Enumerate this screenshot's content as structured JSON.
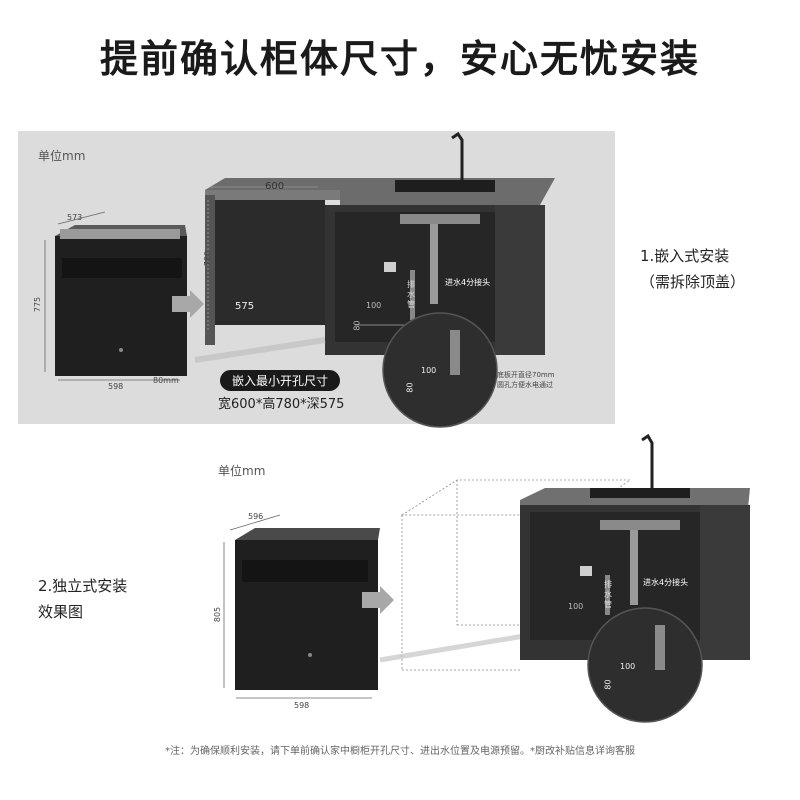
{
  "title": "提前确认柜体尺寸，安心无忧安装",
  "panel1": {
    "unit": "单位mm",
    "dims": {
      "width_top": "573",
      "height_side": "775",
      "bottom_width": "598",
      "gap": "80mm",
      "cabinet_width": "600",
      "cabinet_height": "780",
      "cabinet_depth": "575",
      "outlet_a": "100",
      "outlet_b": "80"
    },
    "drain_label": "排水管",
    "inlet_label": "进水4分接头",
    "note": "底板开直径70mm圆孔方便水电通过",
    "badge": "嵌入最小开孔尺寸",
    "badge_sub": "宽600*高780*深575",
    "mode_line1": "1.嵌入式安装",
    "mode_line2": "（需拆除顶盖）"
  },
  "panel2": {
    "unit": "单位mm",
    "dims": {
      "width_top": "596",
      "height_side": "805",
      "bottom_width": "598",
      "outlet_a": "100",
      "outlet_b": "80"
    },
    "drain_label": "排水管",
    "inlet_label": "进水4分接头",
    "mode_line1": "2.独立式安装",
    "mode_line2": "效果图"
  },
  "footnote": "*注：为确保顺利安装，请下单前确认家中橱柜开孔尺寸、进出水位置及电源预留。*厨改补贴信息详询客服"
}
